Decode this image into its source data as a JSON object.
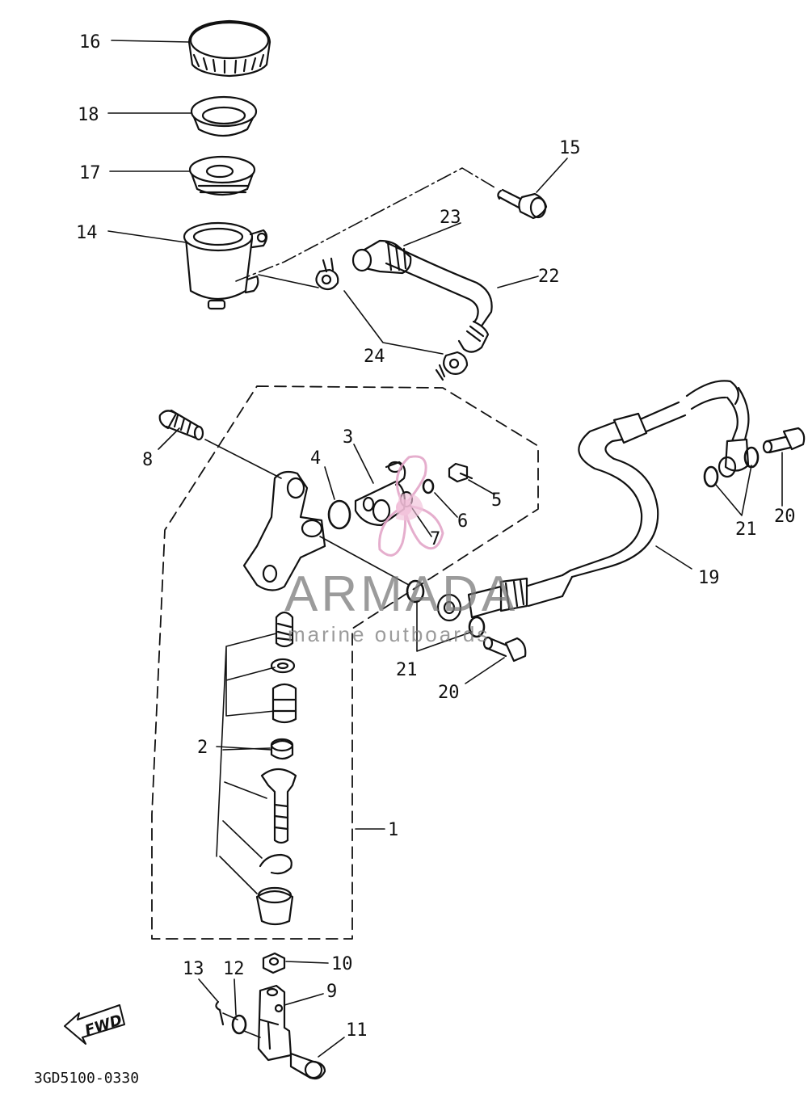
{
  "diagram_code": "3GD5100-0330",
  "direction_label": "FWD",
  "watermark": {
    "brand": "ARMADA",
    "tagline": "marine outboards",
    "accent_color": "#e3a6c8"
  },
  "callouts": {
    "c1": "1",
    "c2": "2",
    "c3": "3",
    "c4": "4",
    "c5": "5",
    "c6": "6",
    "c7": "7",
    "c8": "8",
    "c9": "9",
    "c10": "10",
    "c11": "11",
    "c12": "12",
    "c13": "13",
    "c14": "14",
    "c15": "15",
    "c16": "16",
    "c17": "17",
    "c18": "18",
    "c19": "19",
    "c20a": "20",
    "c20b": "20",
    "c21a": "21",
    "c21b": "21",
    "c22": "22",
    "c23": "23",
    "c24": "24"
  }
}
